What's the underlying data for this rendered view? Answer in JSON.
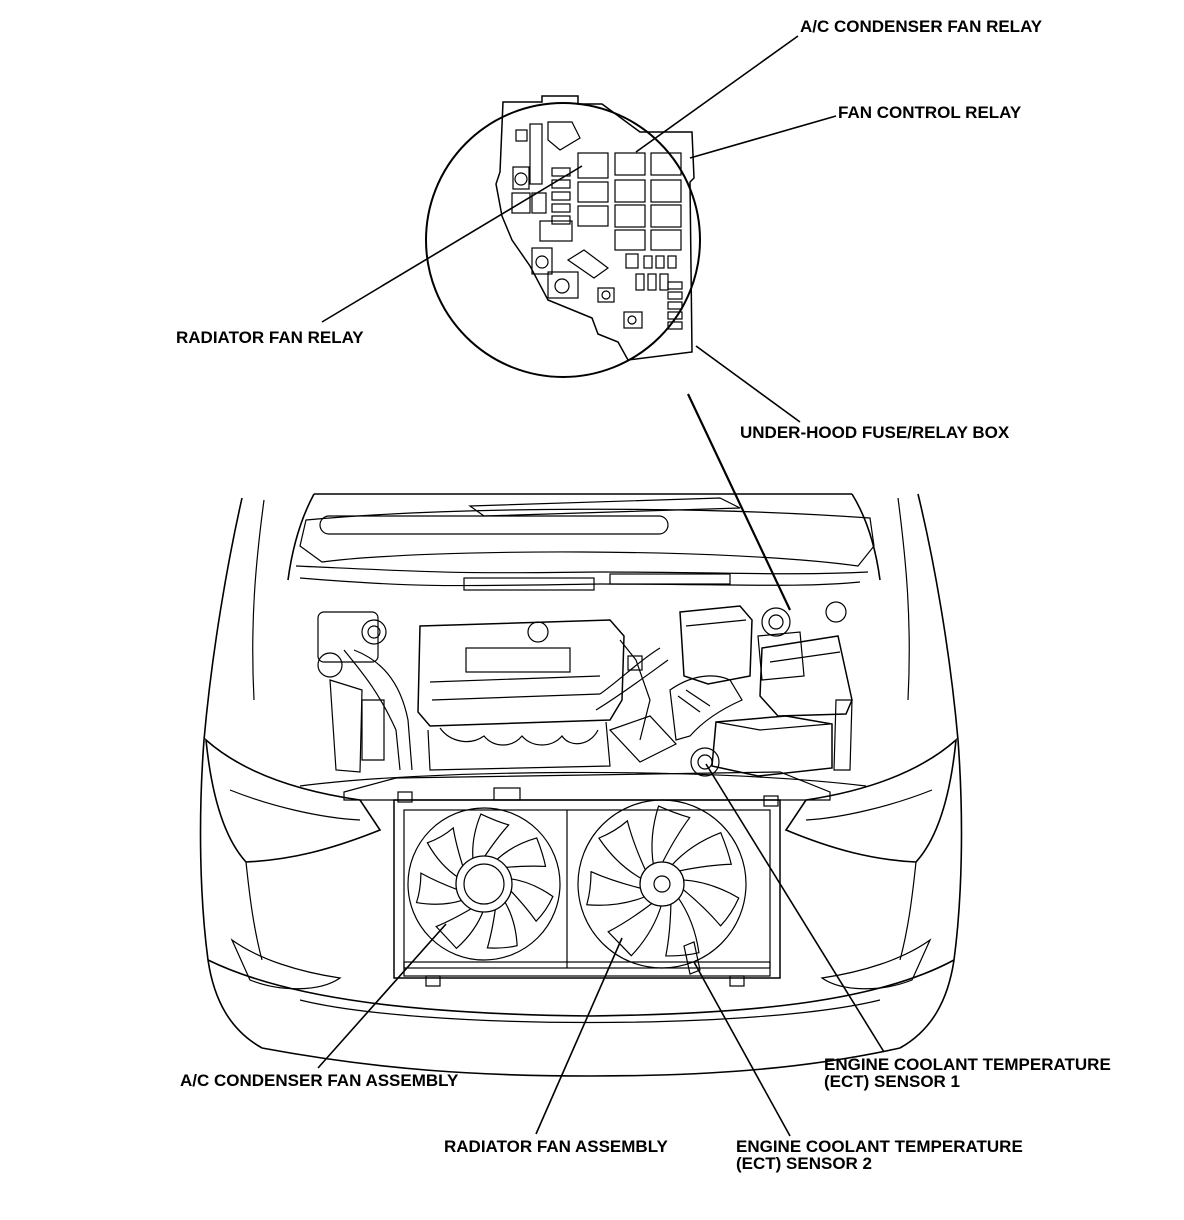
{
  "labels": {
    "ac_condenser_fan_relay": "A/C CONDENSER FAN RELAY",
    "fan_control_relay": "FAN CONTROL RELAY",
    "radiator_fan_relay": "RADIATOR FAN RELAY",
    "under_hood_box": "UNDER-HOOD FUSE/RELAY BOX",
    "ac_condenser_fan_assembly": "A/C CONDENSER FAN ASSEMBLY",
    "radiator_fan_assembly": "RADIATOR FAN ASSEMBLY",
    "ect1_line1": "ENGINE COOLANT TEMPERATURE",
    "ect1_line2": "(ECT) SENSOR 1",
    "ect2_line1": "ENGINE COOLANT TEMPERATURE",
    "ect2_line2": "(ECT) SENSOR 2"
  },
  "colors": {
    "ink": "#000000",
    "paper": "#ffffff"
  }
}
